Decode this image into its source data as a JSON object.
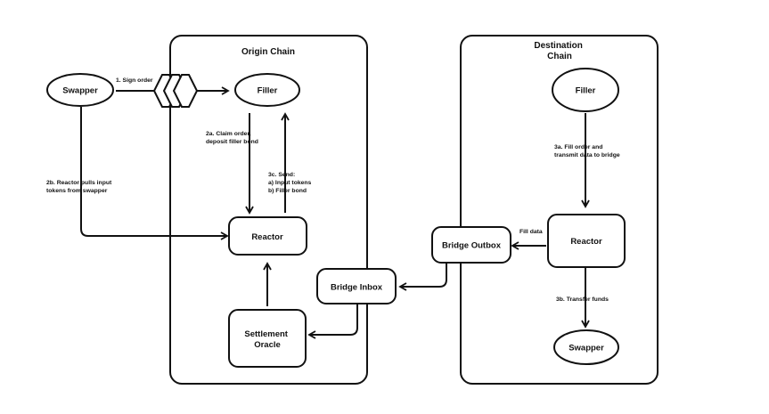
{
  "panels": {
    "origin": {
      "title": [
        "Origin Chain"
      ]
    },
    "destination": {
      "title": [
        "Destination",
        "Chain"
      ]
    }
  },
  "nodes": {
    "swapper_left": "Swapper",
    "filler_origin": "Filler",
    "reactor_origin": "Reactor",
    "settlement_oracle": [
      "Settlement",
      "Oracle"
    ],
    "bridge_inbox": "Bridge Inbox",
    "bridge_outbox": "Bridge Outbox",
    "filler_destination": "Filler",
    "reactor_destination": "Reactor",
    "swapper_destination": "Swapper"
  },
  "edges": {
    "sign_order": [
      "1. Sign order"
    ],
    "claim_order": [
      "2a. Claim order,",
      "deposit filler bond"
    ],
    "reactor_pulls": [
      "2b. Reactor pulls input",
      "tokens from swapper"
    ],
    "send": [
      "3c. Send:",
      "a) Input tokens",
      "b) Filler bond"
    ],
    "fill_order": [
      "3a. Fill order and",
      "transmit data to bridge"
    ],
    "fill_data": [
      "Fill data"
    ],
    "transfer_funds": [
      "3b. Transfer funds"
    ]
  },
  "colors": {
    "stroke": "#111111",
    "fill": "#ffffff",
    "text": "#111111"
  }
}
